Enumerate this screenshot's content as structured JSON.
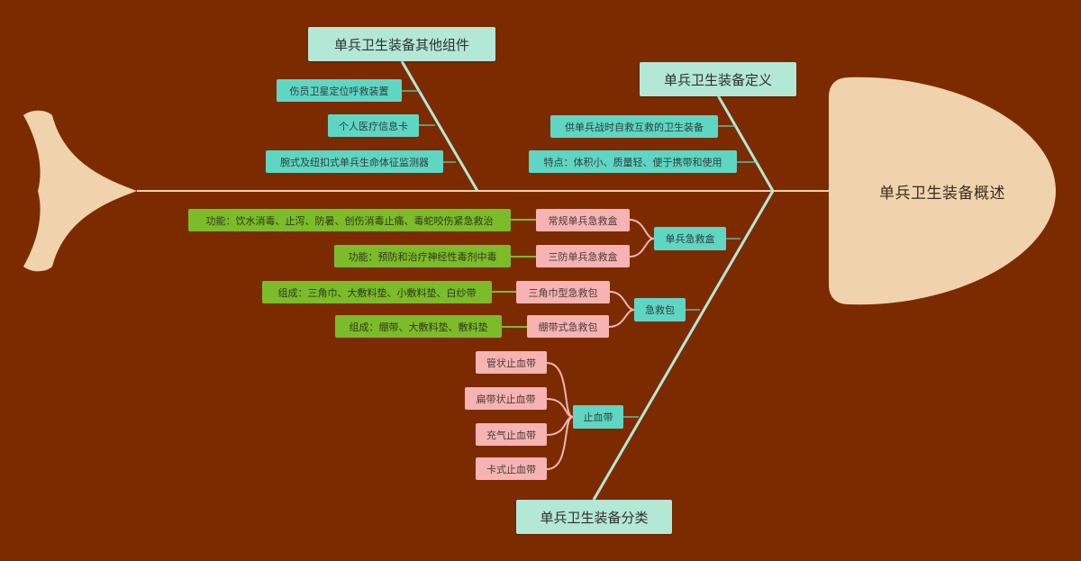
{
  "head": {
    "title": "单兵卫生装备概述"
  },
  "bones": {
    "other": {
      "title": "单兵卫生装备其他组件",
      "items": [
        "伤员卫星定位呼救装置",
        "个人医疗信息卡",
        "腕式及纽扣式单兵生命体征监测器"
      ]
    },
    "definition": {
      "title": "单兵卫生装备定义",
      "items": [
        "供单兵战时自救互救的卫生装备",
        "特点：体积小、质量轻、便于携带和使用"
      ]
    },
    "classification": {
      "title": "单兵卫生装备分类",
      "groups": [
        {
          "label": "单兵急救盒",
          "items": [
            {
              "label": "常规单兵急救盒",
              "detail": "功能：饮水消毒、止泻、防暑、创伤消毒止痛、毒蛇咬伤紧急救治"
            },
            {
              "label": "三防单兵急救盒",
              "detail": "功能：预防和治疗神经性毒剂中毒"
            }
          ]
        },
        {
          "label": "急救包",
          "items": [
            {
              "label": "三角巾型急救包",
              "detail": "组成：三角巾、大敷料垫、小敷料垫、白纱带"
            },
            {
              "label": "绷带式急救包",
              "detail": "组成：绷带、大敷料垫、敷料垫"
            }
          ]
        },
        {
          "label": "止血带",
          "items": [
            {
              "label": "管状止血带"
            },
            {
              "label": "扁带状止血带"
            },
            {
              "label": "充气止血带"
            },
            {
              "label": "卡式止血带"
            }
          ]
        }
      ]
    }
  },
  "colors": {
    "background": "#7c2b00",
    "bone": "#b3e8d7",
    "fish": "#f0d3ad",
    "teal": "#5fd6c4",
    "pink": "#f6b3b3",
    "green": "#7cbb2a"
  }
}
